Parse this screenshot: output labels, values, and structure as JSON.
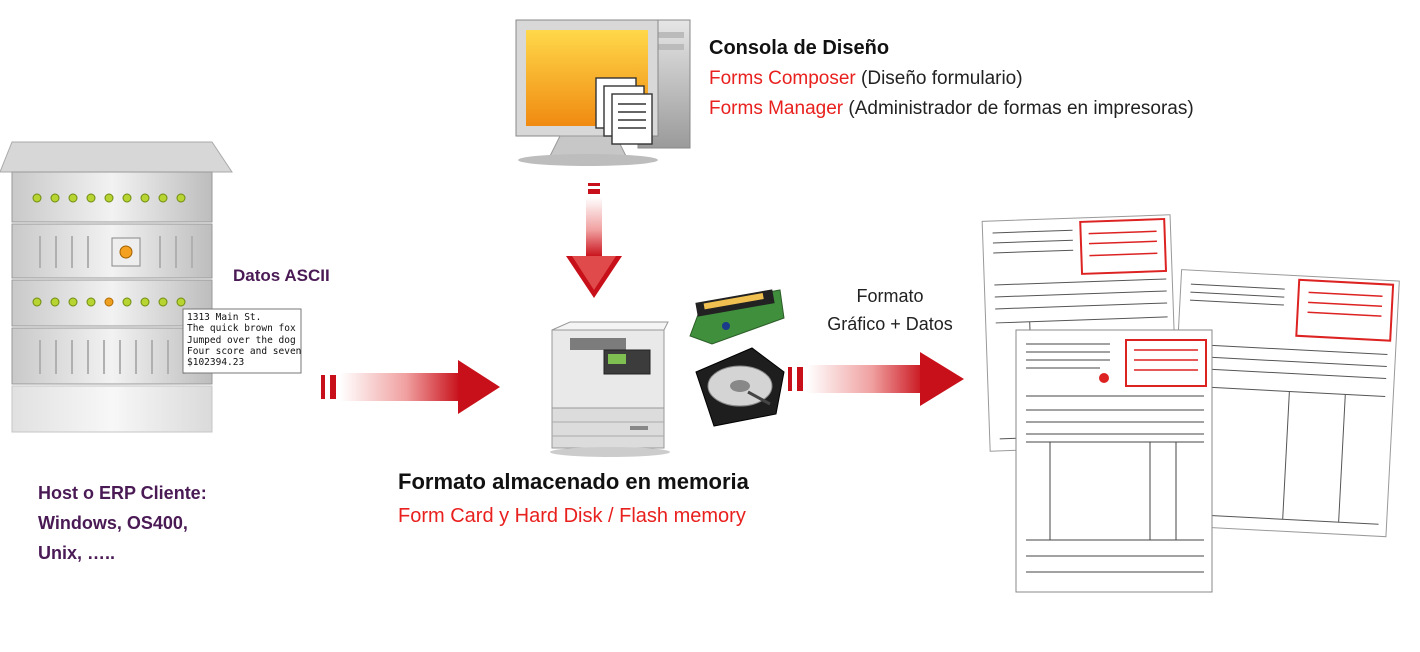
{
  "console": {
    "title": "Consola de Diseño",
    "line1_red": "Forms Composer",
    "line1_rest": " (Diseño formulario)",
    "line2_red": "Forms Manager",
    "line2_rest": " (Administrador de formas en impresoras)"
  },
  "host": {
    "datos_label": "Datos ASCII",
    "ascii_lines": [
      "1313 Main St.",
      "The quick brown fox",
      "Jumped over the dog",
      "Four score and seven",
      "$102394.23"
    ],
    "line1": "Host o ERP Cliente:",
    "line2": "Windows, OS400,",
    "line3": "Unix, ….."
  },
  "printer": {
    "title": "Formato almacenado  en memoria",
    "subtitle": "Form Card y Hard Disk / Flash memory"
  },
  "output": {
    "line1": "Formato",
    "line2": "Gráfico + Datos"
  },
  "colors": {
    "accent_red": "#e8201e",
    "host_purple": "#4a1a55",
    "arrow_red": "#c8101a"
  }
}
